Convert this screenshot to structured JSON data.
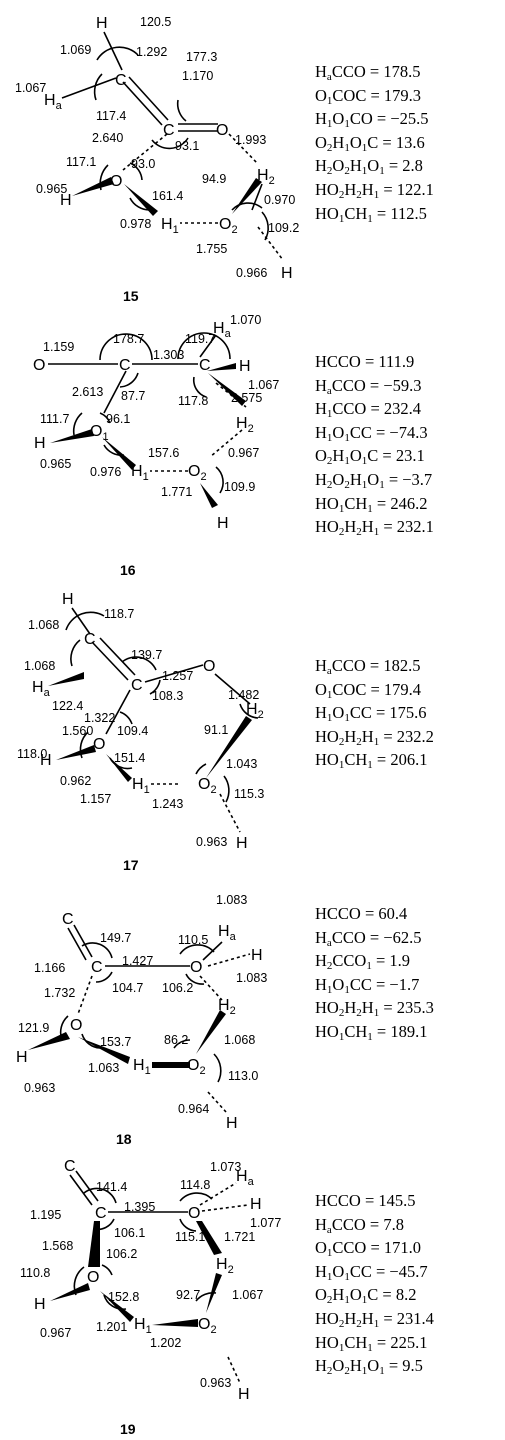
{
  "structures": [
    {
      "id": "15",
      "atoms": {
        "h_top": "H",
        "c1": "C",
        "ha": "H",
        "ha_sub": "a",
        "c2": "C",
        "o_right": "O",
        "o1": "O",
        "h_left": "H",
        "h1": "H",
        "h1_sub": "1",
        "h2": "H",
        "h2_sub": "2",
        "o2": "O",
        "o2_sub": "2",
        "h_bottom": "H"
      },
      "labels": [
        "1.069",
        "120.5",
        "1.292",
        "177.3",
        "1.170",
        "1.067",
        "117.4",
        "1.993",
        "2.640",
        "93.1",
        "117.1",
        "93.0",
        "94.9",
        "0.970",
        "0.965",
        "161.4",
        "0.978",
        "1.755",
        "109.2",
        "0.966"
      ],
      "geometry": [
        {
          "lhs": [
            [
              "H",
              "a"
            ],
            [
              "CCO",
              ""
            ]
          ],
          "rhs": "178.5"
        },
        {
          "lhs": [
            [
              "O",
              "1"
            ],
            [
              "COC",
              ""
            ]
          ],
          "rhs": "179.3"
        },
        {
          "lhs": [
            [
              "H",
              "1"
            ],
            [
              "O",
              "1"
            ],
            [
              "CO",
              ""
            ]
          ],
          "rhs": "−25.5"
        },
        {
          "lhs": [
            [
              "O",
              "2"
            ],
            [
              "H",
              "1"
            ],
            [
              "O",
              "1"
            ],
            [
              "C",
              ""
            ]
          ],
          "rhs": "13.6"
        },
        {
          "lhs": [
            [
              "H",
              "2"
            ],
            [
              "O",
              "2"
            ],
            [
              "H",
              "1"
            ],
            [
              "O",
              "1"
            ]
          ],
          "rhs": "2.8"
        },
        {
          "lhs": [
            [
              "HO",
              "2"
            ],
            [
              "H",
              "2"
            ],
            [
              "H",
              "1"
            ]
          ],
          "rhs": "122.1"
        },
        {
          "lhs": [
            [
              "HO",
              "1"
            ],
            [
              "CH",
              "1"
            ]
          ],
          "rhs": "112.5"
        }
      ]
    },
    {
      "id": "16",
      "atoms": {
        "o_left": "O",
        "c1": "C",
        "c2": "C",
        "ha": "H",
        "ha_sub": "a",
        "h_right": "H",
        "o1": "O",
        "o1_sub": "1",
        "h_left": "H",
        "h2": "H",
        "h2_sub": "2",
        "h1": "H",
        "h1_sub": "1",
        "o2": "O",
        "o2_sub": "2",
        "h_bottom": "H"
      },
      "labels": [
        "1.070",
        "178.7",
        "119.7",
        "1.159",
        "1.303",
        "1.067",
        "2.613",
        "87.7",
        "117.8",
        "2.575",
        "111.7",
        "96.1",
        "157.6",
        "0.967",
        "0.965",
        "0.976",
        "1.771",
        "109.9"
      ],
      "geometry": [
        {
          "lhs": [
            [
              "HCCO",
              ""
            ]
          ],
          "rhs": "111.9"
        },
        {
          "lhs": [
            [
              "H",
              "a"
            ],
            [
              "CCO",
              ""
            ]
          ],
          "rhs": "−59.3"
        },
        {
          "lhs": [
            [
              "H",
              "1"
            ],
            [
              "CCO",
              ""
            ]
          ],
          "rhs": "232.4"
        },
        {
          "lhs": [
            [
              "H",
              "1"
            ],
            [
              "O",
              "1"
            ],
            [
              "CC",
              ""
            ]
          ],
          "rhs": "−74.3"
        },
        {
          "lhs": [
            [
              "O",
              "2"
            ],
            [
              "H",
              "1"
            ],
            [
              "O",
              "1"
            ],
            [
              "C",
              ""
            ]
          ],
          "rhs": "23.1"
        },
        {
          "lhs": [
            [
              "H",
              "2"
            ],
            [
              "O",
              "2"
            ],
            [
              "H",
              "1"
            ],
            [
              "O",
              "1"
            ]
          ],
          "rhs": "−3.7"
        },
        {
          "lhs": [
            [
              "HO",
              "1"
            ],
            [
              "CH",
              "1"
            ]
          ],
          "rhs": "246.2"
        },
        {
          "lhs": [
            [
              "HO",
              "2"
            ],
            [
              "H",
              "2"
            ],
            [
              "H",
              "1"
            ]
          ],
          "rhs": "232.1"
        }
      ]
    },
    {
      "id": "17",
      "atoms": {
        "h_top": "H",
        "c1": "C",
        "ha": "H",
        "ha_sub": "a",
        "c2": "C",
        "o_right": "O",
        "o1": "O",
        "h_left": "H",
        "h1": "H",
        "h1_sub": "1",
        "h2": "H",
        "h2_sub": "2",
        "o2": "O",
        "o2_sub": "2",
        "h_bottom": "H"
      },
      "labels": [
        "1.068",
        "118.7",
        "1.068",
        "139.7",
        "122.4",
        "1.257",
        "1.322",
        "108.3",
        "1.482",
        "1.560",
        "109.4",
        "91.1",
        "118.0",
        "151.4",
        "1.043",
        "0.962",
        "1.157",
        "1.243",
        "115.3",
        "0.963"
      ],
      "geometry": [
        {
          "lhs": [
            [
              "H",
              "a"
            ],
            [
              "CCO",
              ""
            ]
          ],
          "rhs": "182.5"
        },
        {
          "lhs": [
            [
              "O",
              "1"
            ],
            [
              "COC",
              ""
            ]
          ],
          "rhs": "179.4"
        },
        {
          "lhs": [
            [
              "H",
              "1"
            ],
            [
              "O",
              "1"
            ],
            [
              "CC",
              ""
            ]
          ],
          "rhs": "175.6"
        },
        {
          "lhs": [
            [
              "HO",
              "2"
            ],
            [
              "H",
              "2"
            ],
            [
              "H",
              "1"
            ]
          ],
          "rhs": "232.2"
        },
        {
          "lhs": [
            [
              "HO",
              "1"
            ],
            [
              "CH",
              "1"
            ]
          ],
          "rhs": "206.1"
        }
      ]
    },
    {
      "id": "18",
      "atoms": {
        "c_top": "C",
        "c2": "C",
        "o_right": "O",
        "ha": "H",
        "ha_sub": "a",
        "h_right": "H",
        "o1": "O",
        "h_left": "H",
        "h1": "H",
        "h1_sub": "1",
        "h2": "H",
        "h2_sub": "2",
        "o2": "O",
        "o2_sub": "2",
        "h_bottom": "H"
      },
      "labels": [
        "1.083",
        "149.7",
        "110.5",
        "1.166",
        "1.427",
        "1.083",
        "1.732",
        "104.7",
        "106.2",
        "121.9",
        "153.7",
        "86.2",
        "1.068",
        "0.963",
        "1.063",
        "113.0",
        "0.964"
      ],
      "geometry": [
        {
          "lhs": [
            [
              "HCCO",
              ""
            ]
          ],
          "rhs": "60.4"
        },
        {
          "lhs": [
            [
              "H",
              "a"
            ],
            [
              "CCO",
              ""
            ]
          ],
          "rhs": "−62.5"
        },
        {
          "lhs": [
            [
              "H",
              "2"
            ],
            [
              "CCO",
              "1"
            ]
          ],
          "rhs": "1.9"
        },
        {
          "lhs": [
            [
              "H",
              "1"
            ],
            [
              "O",
              "1"
            ],
            [
              "CC",
              ""
            ]
          ],
          "rhs": "−1.7"
        },
        {
          "lhs": [
            [
              "HO",
              "2"
            ],
            [
              "H",
              "2"
            ],
            [
              "H",
              "1"
            ]
          ],
          "rhs": "235.3"
        },
        {
          "lhs": [
            [
              "HO",
              "1"
            ],
            [
              "CH",
              "1"
            ]
          ],
          "rhs": "189.1"
        }
      ]
    },
    {
      "id": "19",
      "atoms": {
        "c_top": "C",
        "c2": "C",
        "o_right": "O",
        "ha": "H",
        "ha_sub": "a",
        "h_right": "H",
        "o1": "O",
        "h_left": "H",
        "h1": "H",
        "h1_sub": "1",
        "h2": "H",
        "h2_sub": "2",
        "o2": "O",
        "o2_sub": "2",
        "h_bottom": "H"
      },
      "labels": [
        "1.073",
        "141.4",
        "114.8",
        "1.195",
        "1.395",
        "1.077",
        "1.568",
        "106.1",
        "115.1",
        "1.721",
        "106.2",
        "110.8",
        "152.8",
        "92.7",
        "1.067",
        "0.967",
        "1.201",
        "1.202",
        "0.963"
      ],
      "geometry": [
        {
          "lhs": [
            [
              "HCCO",
              ""
            ]
          ],
          "rhs": "145.5"
        },
        {
          "lhs": [
            [
              "H",
              "a"
            ],
            [
              "CCO",
              ""
            ]
          ],
          "rhs": "7.8"
        },
        {
          "lhs": [
            [
              "O",
              "1"
            ],
            [
              "CCO",
              ""
            ]
          ],
          "rhs": "171.0"
        },
        {
          "lhs": [
            [
              "H",
              "1"
            ],
            [
              "O",
              "1"
            ],
            [
              "CC",
              ""
            ]
          ],
          "rhs": "−45.7"
        },
        {
          "lhs": [
            [
              "O",
              "2"
            ],
            [
              "H",
              "1"
            ],
            [
              "O",
              "1"
            ],
            [
              "C",
              ""
            ]
          ],
          "rhs": "8.2"
        },
        {
          "lhs": [
            [
              "HO",
              "2"
            ],
            [
              "H",
              "2"
            ],
            [
              "H",
              "1"
            ]
          ],
          "rhs": "231.4"
        },
        {
          "lhs": [
            [
              "HO",
              "1"
            ],
            [
              "CH",
              "1"
            ]
          ],
          "rhs": "225.1"
        },
        {
          "lhs": [
            [
              "H",
              "2"
            ],
            [
              "O",
              "2"
            ],
            [
              "H",
              "1"
            ],
            [
              "O",
              "1"
            ]
          ],
          "rhs": "9.5"
        }
      ]
    }
  ]
}
